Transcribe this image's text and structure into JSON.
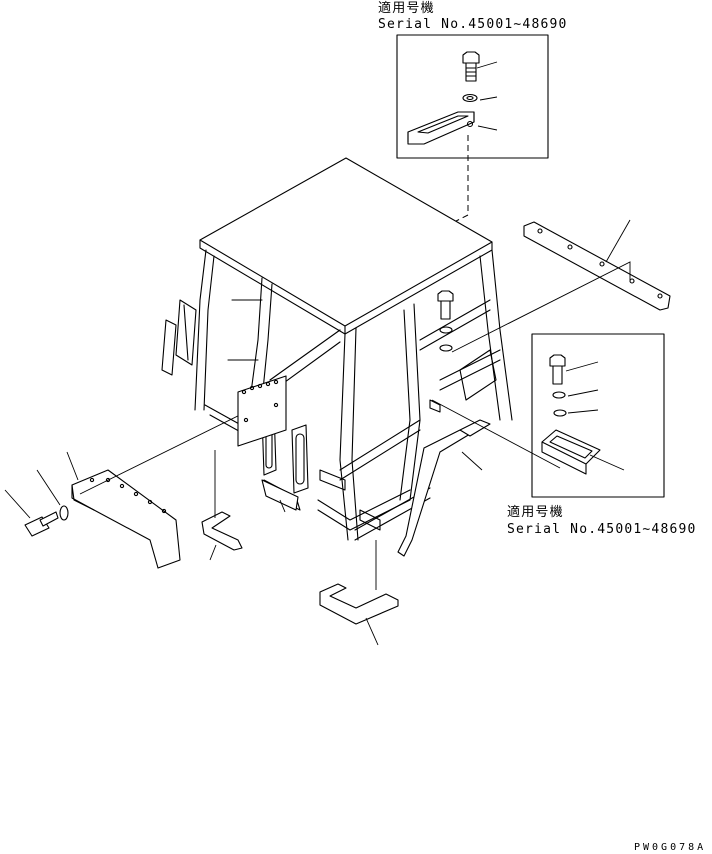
{
  "callout_top": {
    "applicable_label": "適用号機",
    "serial_range": "Serial No.45001∼48690"
  },
  "callout_right": {
    "applicable_label": "適用号機",
    "serial_range": "Serial No.45001∼48690"
  },
  "drawing_code": "PW0G078A"
}
